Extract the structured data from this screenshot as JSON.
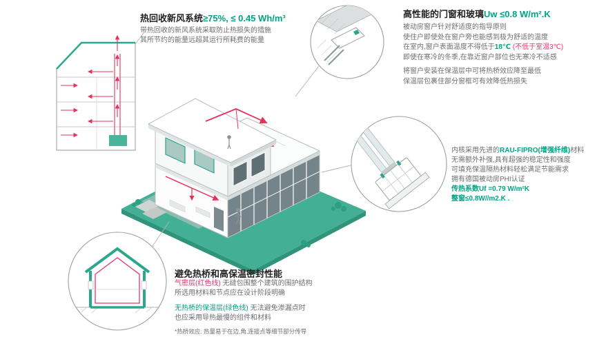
{
  "colors": {
    "accent_teal": "#00a383",
    "accent_red": "#e8336e",
    "platform_green": "#43b095",
    "body_gray": "#6d6e71",
    "title_black": "#231f20"
  },
  "hrv": {
    "title": "热回收新风系统",
    "title_value": "≥75%, ≤ 0.45 Wh/m³",
    "line1": "带热回收的新风系统采取防止热损失的措施",
    "line2": "其所节约的能量远超其运行所耗费的能量"
  },
  "windows": {
    "title": "高性能的门窗和玻璃",
    "title_value": "Uw ≤0.8 W/m².K",
    "line1": "被动房窗户针对舒适度的指导原则",
    "line2": "使住户即使处在窗户旁也能感到极为舒适的温度",
    "line3_pre": "在室内,窗户表面温度不得低于",
    "line3_temp": "18℃",
    "line3_note": "(不低于室温3℃)",
    "line4": "即使在寒冷的冬季,在靠近窗户部位也无寒冷不适感",
    "line5": "将窗户安装在保温层中可将热桥效应降至最低",
    "line6": "保温层包裹住部分窗框可有效降低热损失"
  },
  "material": {
    "line1_pre": "内核采用先进的",
    "line1_brand": "RAU-FIPRO(增强纤维)",
    "line1_post": "材料",
    "line2": "无需额外补强,具有超强的稳定性和强度",
    "line3": "可填充保温隔热材料轻松满足节能需求",
    "line4": "拥有德国被动房PHI认证",
    "line5": "传热系数Uf =0.79 W/m²K",
    "line6": "整窗≤0.8W//m2.K ."
  },
  "thermal": {
    "title": "避免热桥和高保温密封性能",
    "airtight_label": "气密层(红色线)",
    "airtight_text": "无缝包围整个建筑的围护结构",
    "line2": "所选用材料和节点应在设计阶段明确",
    "insulation_label": "无热桥的保温层(绿色线)",
    "insulation_text": "无法避免渗漏点时",
    "line4": "也应采用导热最慢的组件和材料",
    "footnote": "*热桥效应: 热量易于在边,角,连接点等细节部分传导"
  }
}
